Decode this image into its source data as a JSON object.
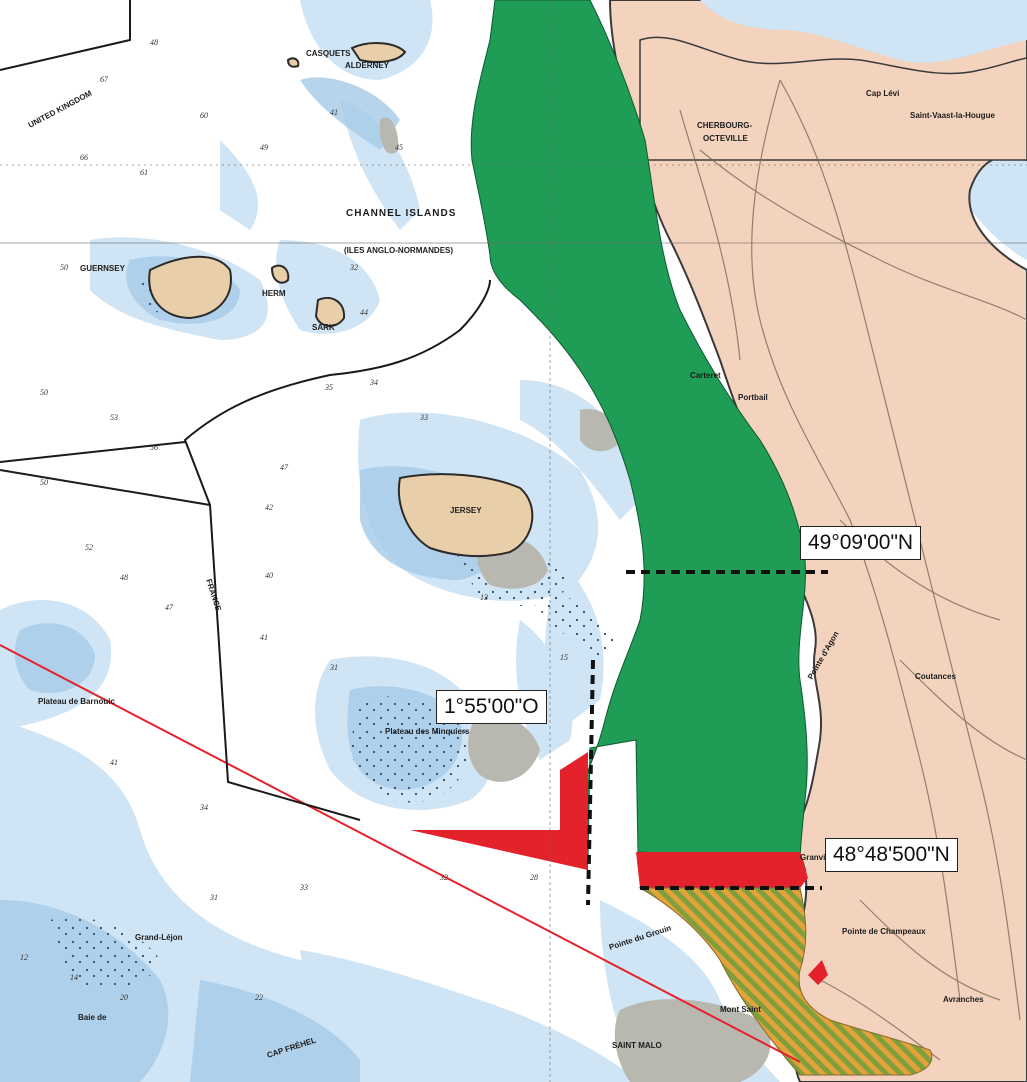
{
  "map": {
    "place_labels": {
      "casquets": "CASQUETS",
      "alderney": "ALDERNEY",
      "channel_islands": "CHANNEL ISLANDS",
      "iles_anglo_normandes": "(ILES ANGLO-NORMANDES)",
      "guernsey": "GUERNSEY",
      "herm": "HERM",
      "sark": "SARK",
      "jersey": "JERSEY",
      "cherbourg": "CHERBOURG-",
      "octeville": "OCTEVILLE",
      "carteret": "Carteret",
      "portbail": "Portbail",
      "coutances": "Coutances",
      "pointe_agon": "Pointe d'Agon",
      "pointe_champeaux": "Pointe de Champeaux",
      "grand_leger": "Grand-Léjon",
      "saint_malo": "SAINT MALO",
      "mont_saint": "Mont Saint",
      "cap_frehel": "CAP FRÉHEL",
      "avranches": "Avranches",
      "plateau_minquiers": "Plateau des Minquiers",
      "plateau_barnouic": "Plateau de Barnouic",
      "united_kingdom": "UNITED KINGDOM",
      "france": "FRANCE",
      "pointe_grouin": "Pointe du Grouin",
      "saint_vaast": "Saint-Vaast-la-Hougue",
      "cap_levi": "Cap Lévi",
      "granville": "Granville",
      "baie_de": "Baie de"
    },
    "callouts": {
      "lat_north": "49°09'00\"N",
      "lon_west": "1°55'00\"O",
      "lat_south": "48°48'500\"N"
    },
    "colors": {
      "sea_white": "#ffffff",
      "sea_shallow": "#cfe4f4",
      "sea_dark_shallow": "#a9cde9",
      "land": "#f3d3bd",
      "island_land": "#e9cfa9",
      "rock_gray": "#b8b8b0",
      "green_zone": "#1f9c55",
      "red_zone": "#e4222b",
      "hatched_zone_stripe1": "#e0a23c",
      "hatched_zone_stripe2": "#6f9a3a",
      "red_boundary": "#e4222b",
      "frame": "#5e6266"
    }
  }
}
